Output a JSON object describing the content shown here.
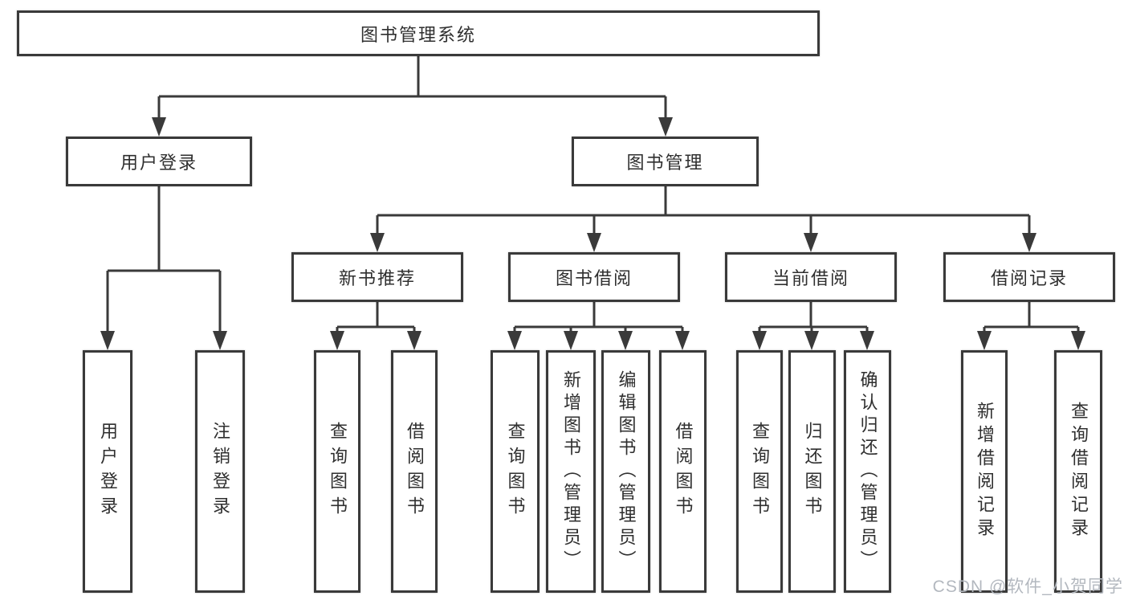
{
  "tree": {
    "label": "图书管理系统",
    "children": [
      {
        "label": "用户登录",
        "children": [
          {
            "label": "用户登录"
          },
          {
            "label": "注销登录"
          }
        ]
      },
      {
        "label": "图书管理",
        "children": [
          {
            "label": "新书推荐",
            "children": [
              {
                "label": "查询图书"
              },
              {
                "label": "借阅图书"
              }
            ]
          },
          {
            "label": "图书借阅",
            "children": [
              {
                "label": "查询图书"
              },
              {
                "label": "新增图书（管理员）"
              },
              {
                "label": "编辑图书（管理员）"
              },
              {
                "label": "借阅图书"
              }
            ]
          },
          {
            "label": "当前借阅",
            "children": [
              {
                "label": "查询图书"
              },
              {
                "label": "归还图书"
              },
              {
                "label": "确认归还（管理员）"
              }
            ]
          },
          {
            "label": "借阅记录",
            "children": [
              {
                "label": "新增借阅记录"
              },
              {
                "label": "查询借阅记录"
              }
            ]
          }
        ]
      }
    ]
  },
  "watermark": {
    "text": "CSDN @软件_小贺同学"
  },
  "colors": {
    "line": "#3a3a3a",
    "text": "#2f2f2f",
    "background": "#ffffff",
    "watermark": "#b3b8bf"
  }
}
